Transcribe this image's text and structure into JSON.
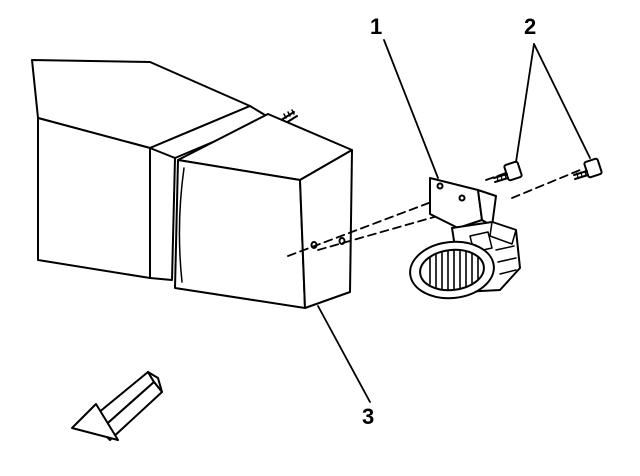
{
  "diagram": {
    "callouts": [
      {
        "id": "1",
        "label": "1"
      },
      {
        "id": "2",
        "label": "2"
      },
      {
        "id": "3",
        "label": "3"
      }
    ],
    "colors": {
      "stroke": "#000000",
      "fill": "#ffffff"
    }
  }
}
